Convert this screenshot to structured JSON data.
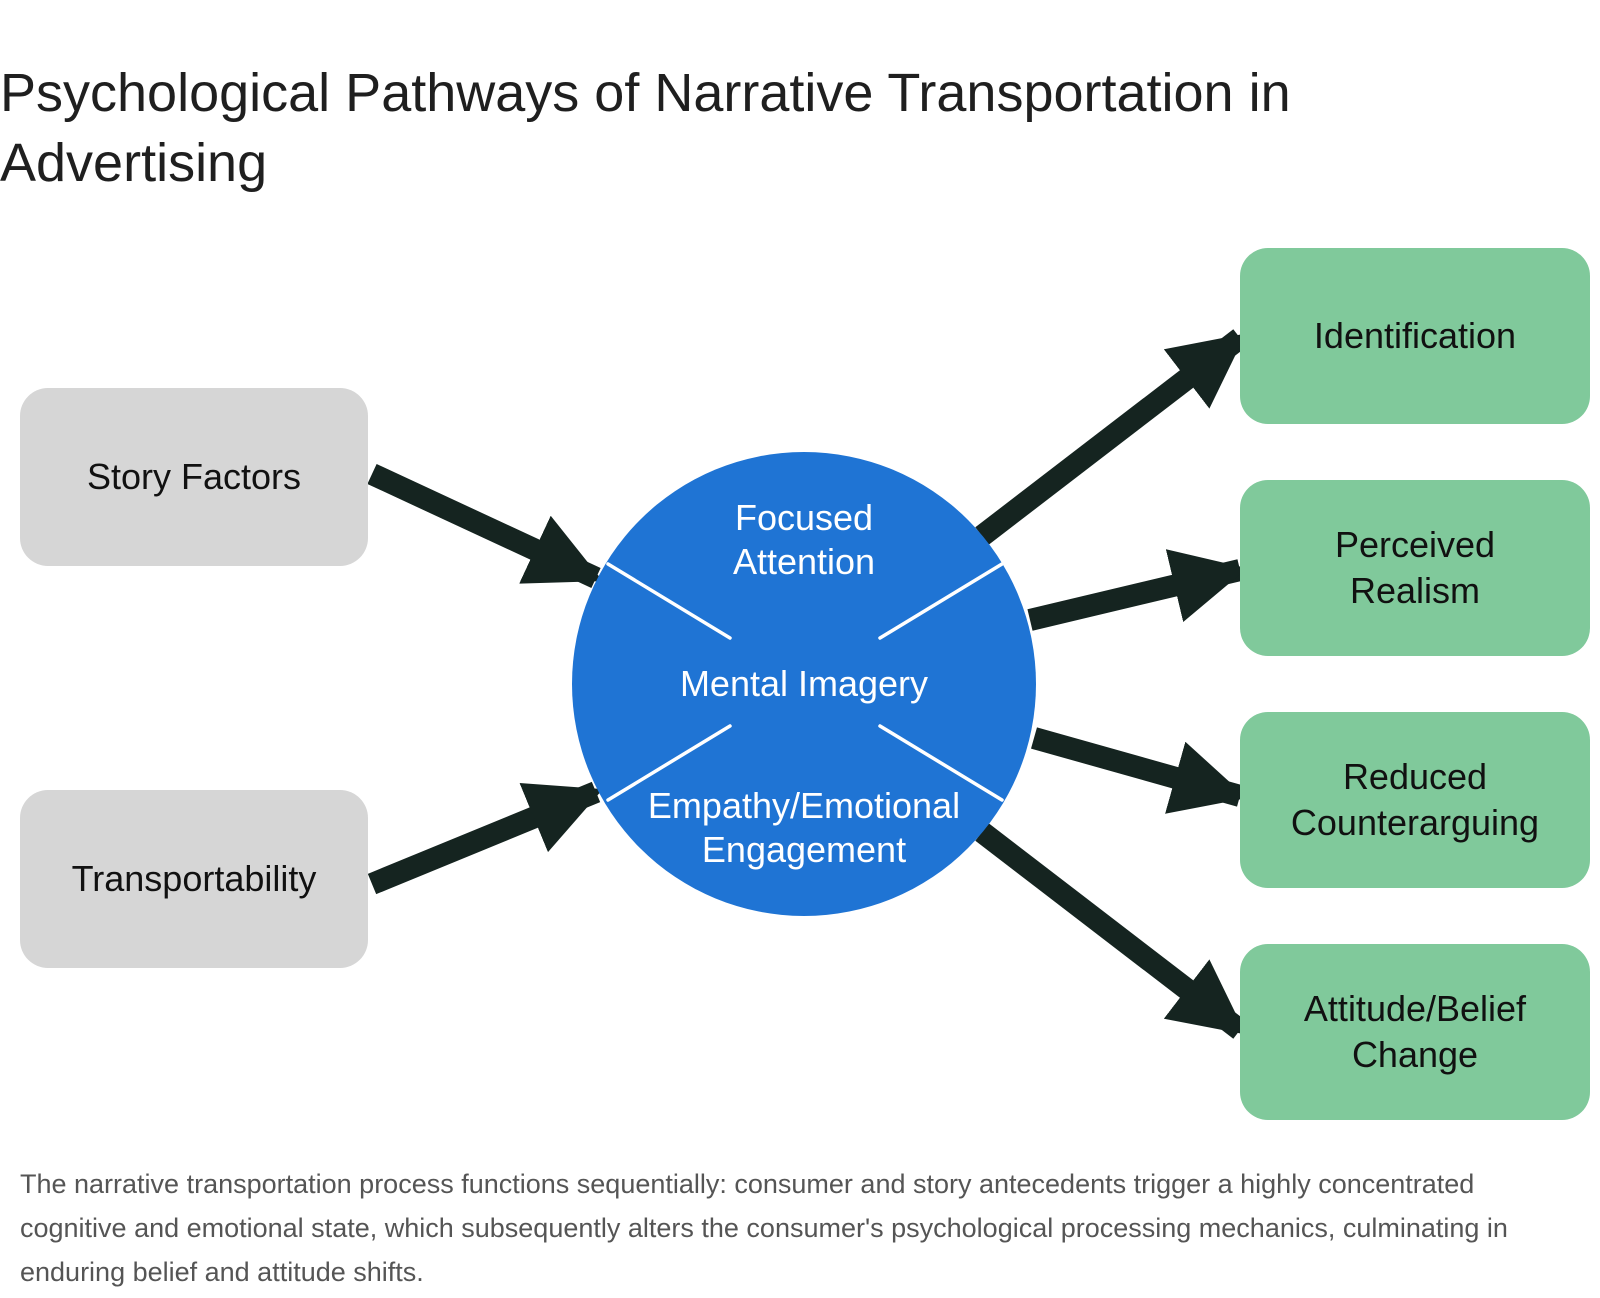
{
  "title": "Psychological Pathways of Narrative Transportation in Advertising",
  "inputs": [
    {
      "label": "Story Factors"
    },
    {
      "label": "Transportability"
    }
  ],
  "center": {
    "segments": [
      "Focused Attention",
      "Mental Imagery",
      "Empathy/Emotional Engagement"
    ]
  },
  "outcomes": [
    {
      "label": "Identification"
    },
    {
      "label": "Perceived Realism"
    },
    {
      "label": "Reduced Counterarguing"
    },
    {
      "label": "Attitude/Belief Change"
    }
  ],
  "caption": "The narrative transportation process functions sequentially: consumer and story antecedents trigger a highly concentrated cognitive and emotional state, which subsequently alters the consumer's psychological processing mechanics, culminating in enduring belief and attitude shifts.",
  "colors": {
    "input_box": "#d6d6d6",
    "center_circle": "#1f74d4",
    "outcome_box": "#80c99b",
    "arrow": "#152420"
  }
}
